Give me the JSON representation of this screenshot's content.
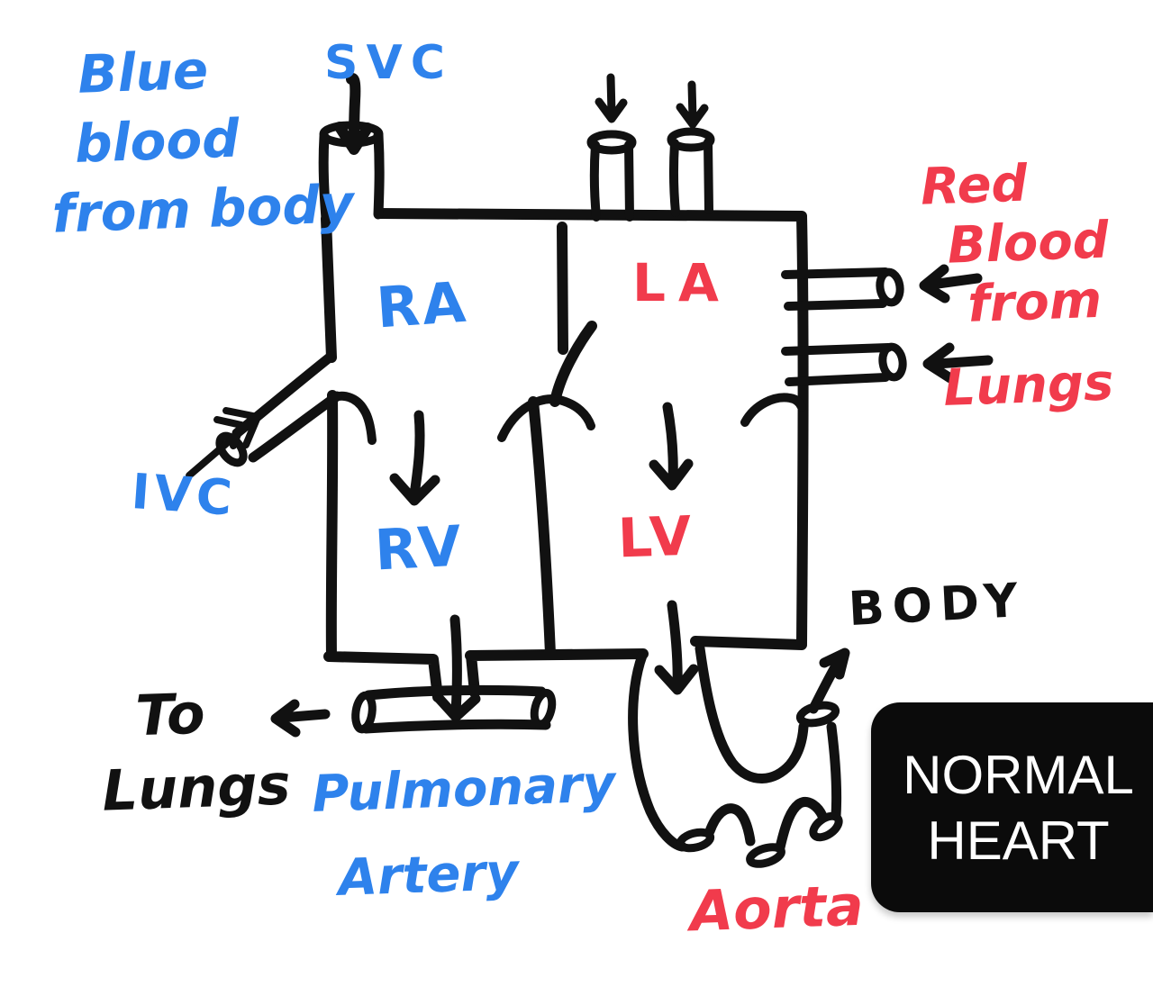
{
  "colors": {
    "blue": "#2E82EC",
    "red": "#F13B4C",
    "ink": "#111111",
    "badge_bg": "#0B0B0B",
    "badge_text": "#FFFFFF"
  },
  "badge": {
    "line1": "NORMAL",
    "line2": "HEART"
  },
  "labels": {
    "blue_blood_from_body": {
      "line1": "Blue",
      "line2": "blood",
      "line3": "from body"
    },
    "svc": "SVC",
    "ivc": "IVC",
    "ra": "RA",
    "la": "LA",
    "rv": "RV",
    "lv": "LV",
    "red_blood_from_lungs": {
      "line1": "Red",
      "line2": "Blood",
      "line3": "from",
      "line4": "Lungs"
    },
    "to_lungs": {
      "line1": "To",
      "line2": "Lungs"
    },
    "pulmonary_artery": {
      "line1": "Pulmonary",
      "line2": "Artery"
    },
    "aorta": "Aorta",
    "body": "BODY"
  }
}
